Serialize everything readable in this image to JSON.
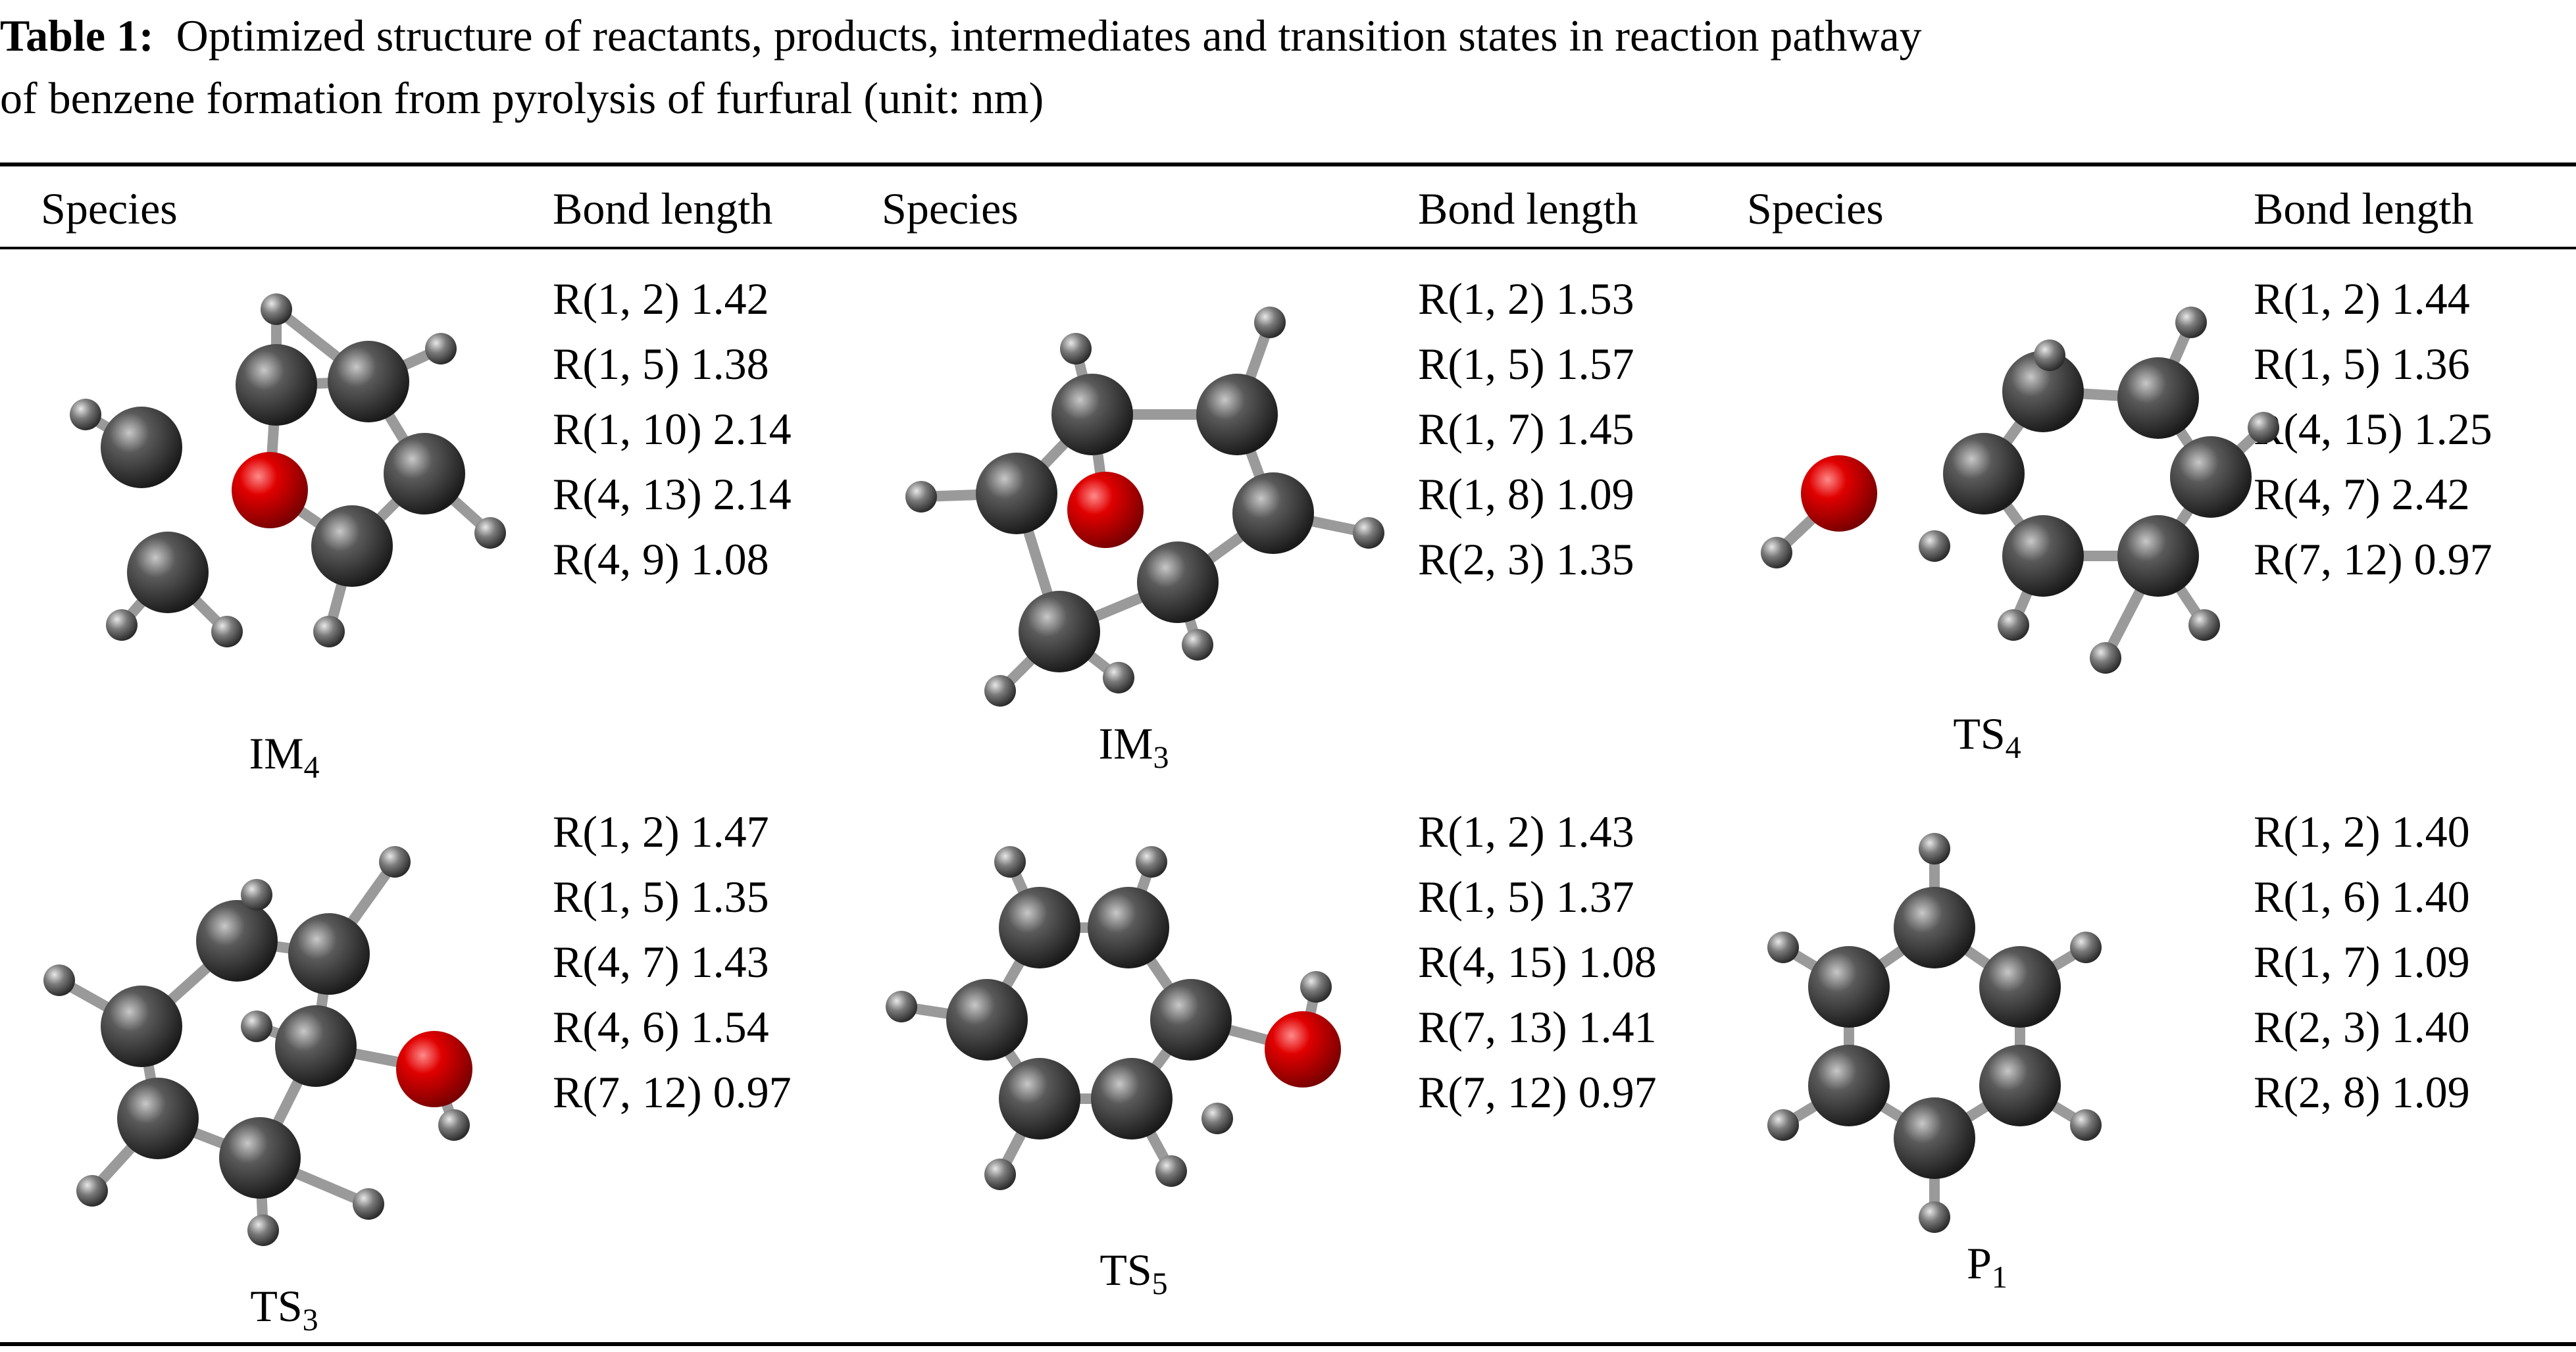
{
  "caption": {
    "label": "Table 1:",
    "line1": "Optimized structure of reactants, products, intermediates and transition states in reaction pathway",
    "line2": "of benzene formation from pyrolysis of furfural (unit: nm)"
  },
  "headers": {
    "species": "Species",
    "bond_length": "Bond length"
  },
  "cells": [
    {
      "label_main": "IM",
      "label_sub": "4",
      "bonds": [
        "R(1, 2) 1.42",
        "R(1, 5) 1.38",
        "R(1, 10) 2.14",
        "R(4, 13) 2.14",
        "R(4, 9) 1.08"
      ]
    },
    {
      "label_main": "IM",
      "label_sub": "3",
      "bonds": [
        "R(1, 2) 1.53",
        "R(1, 5) 1.57",
        "R(1, 7) 1.45",
        "R(1, 8) 1.09",
        "R(2, 3) 1.35"
      ]
    },
    {
      "label_main": "TS",
      "label_sub": "4",
      "bonds": [
        "R(1, 2) 1.44",
        "R(1, 5) 1.36",
        "R(4, 15) 1.25",
        "R(4, 7) 2.42",
        "R(7, 12) 0.97"
      ]
    },
    {
      "label_main": "TS",
      "label_sub": "3",
      "bonds": [
        "R(1, 2) 1.47",
        "R(1, 5) 1.35",
        "R(4, 7) 1.43",
        "R(4, 6) 1.54",
        "R(7, 12) 0.97"
      ]
    },
    {
      "label_main": "TS",
      "label_sub": "5",
      "bonds": [
        "R(1, 2) 1.43",
        "R(1, 5) 1.37",
        "R(4, 15) 1.08",
        "R(7, 13) 1.41",
        "R(7, 12) 0.97"
      ]
    },
    {
      "label_main": "P",
      "label_sub": "1",
      "bonds": [
        "R(1, 2) 1.40",
        "R(1, 6) 1.40",
        "R(1, 7) 1.09",
        "R(2, 3) 1.40",
        "R(2, 8) 1.09"
      ]
    }
  ],
  "colors": {
    "carbon": "#4a4a4a",
    "oxygen": "#e00000",
    "hydrogen": "#6e6e6e",
    "bond": "#9a9a9a"
  }
}
